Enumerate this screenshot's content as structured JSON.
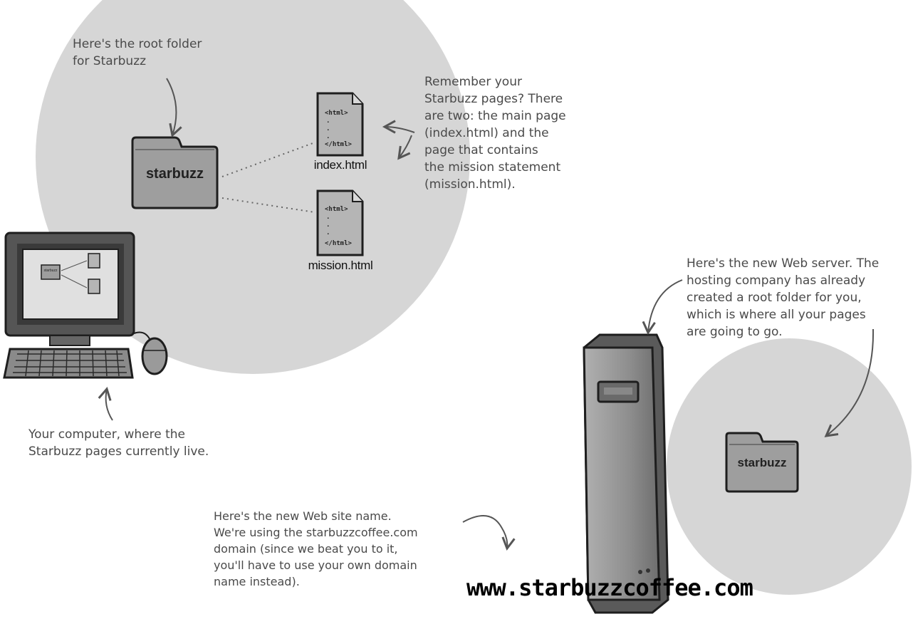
{
  "notes": {
    "root_folder": "Here's the root folder\nfor Starbuzz",
    "remember_pages": "Remember your\nStarbuzz pages? There\nare two: the main page\n(index.html) and the\npage that contains\nthe mission statement\n(mission.html).",
    "your_computer": "Your computer, where the\nStarbuzz pages currently live.",
    "web_server": "Here's the new Web server. The\nhosting company has already\ncreated a root folder for you,\nwhich is where all your pages\nare going to go.",
    "site_name": "Here's the new Web site name.\nWe're using the starbuzzcoffee.com\ndomain (since we beat you to it,\nyou'll have to use your own domain\nname instead)."
  },
  "local": {
    "folder_label": "starbuzz",
    "files": [
      {
        "name": "index.html",
        "code_open": "<html>",
        "code_close": "</html>"
      },
      {
        "name": "mission.html",
        "code_open": "<html>",
        "code_close": "</html>"
      }
    ],
    "monitor_folder_label": "starbuzz"
  },
  "server": {
    "folder_label": "starbuzz"
  },
  "site_url": "www.starbuzzcoffee.com",
  "colors": {
    "circle": "#d6d6d6",
    "folder": "#9e9e9e",
    "file": "#b5b5b5",
    "outline": "#1e1e1e"
  }
}
